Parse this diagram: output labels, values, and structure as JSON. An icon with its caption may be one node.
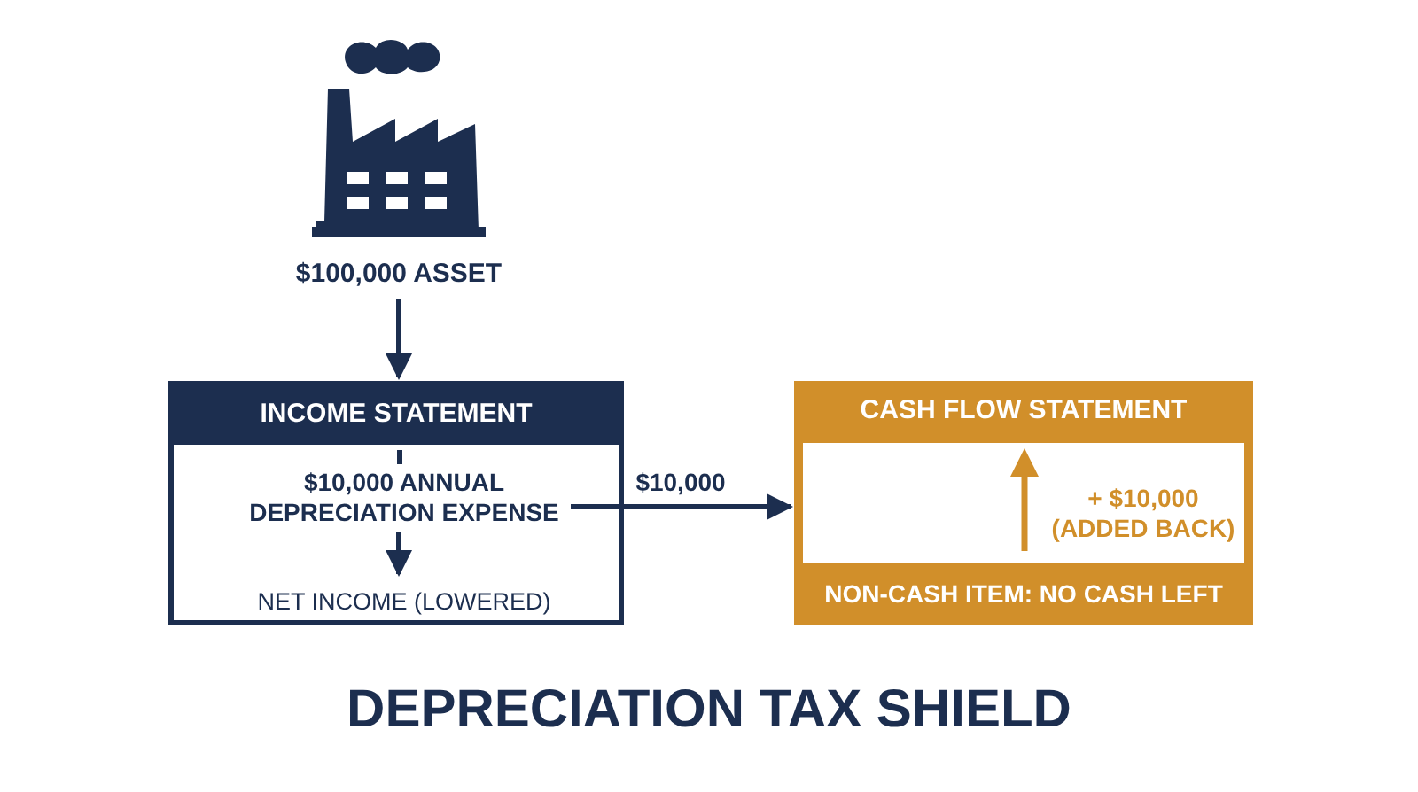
{
  "diagram": {
    "title": "DEPRECIATION TAX SHIELD",
    "nodes": [
      {
        "text": [
          "$100,000 ASSET"
        ]
      },
      {
        "text": [
          "INCOME STATEMENT"
        ]
      },
      {
        "text": [
          "$10,000 ANNUAL DEPRECIATION EXPENSE"
        ],
        "in": 1
      },
      {
        "text": [
          "NET INCOME (LOWERED)"
        ],
        "in": 1
      },
      {
        "text": [
          "CASH FLOW STATEMENT",
          "NON-CASH ITEM: NO CASH LEFT"
        ]
      },
      {
        "text": [
          "+ $10,000 (ADDED BACK)"
        ],
        "in": 4
      }
    ],
    "edges": [
      {
        "from": 0,
        "to": 1,
        "arrow": "to"
      },
      {
        "from": 2,
        "to": 3,
        "arrow": "to"
      },
      {
        "from": 2,
        "to": 4,
        "arrow": "to",
        "label": "$10,000"
      }
    ]
  }
}
